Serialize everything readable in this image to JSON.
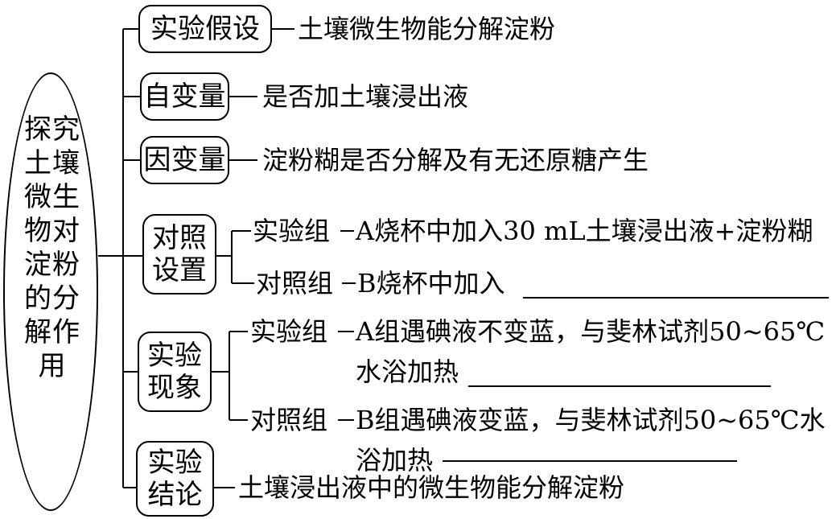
{
  "root": {
    "label": [
      "探究",
      "土壤",
      "微生",
      "物对",
      "淀粉",
      "的分",
      "解作",
      "用"
    ]
  },
  "nodes": {
    "hypothesis": {
      "label": "实验假设",
      "text": "土壤微生物能分解淀粉"
    },
    "independent": {
      "label": "自变量",
      "text": "是否加土壤浸出液"
    },
    "dependent": {
      "label": "因变量",
      "text": "淀粉糊是否分解及有无还原糖产生"
    },
    "control_setup": {
      "label": [
        "对照",
        "设置"
      ],
      "exp_label": "实验组",
      "exp_text": "A烧杯中加入30 mL土壤浸出液+淀粉糊",
      "ctrl_label": "对照组",
      "ctrl_text": "B烧杯中加入"
    },
    "phenomenon": {
      "label": [
        "实验",
        "现象"
      ],
      "exp_label": "实验组",
      "exp_text_1": "A组遇碘液不变蓝，与斐林试剂50~65℃",
      "exp_text_2": "水浴加热",
      "ctrl_label": "对照组",
      "ctrl_text_1": "B组遇碘液变蓝，与斐林试剂50~65℃水",
      "ctrl_text_2": "浴加热"
    },
    "conclusion": {
      "label": [
        "实验",
        "结论"
      ],
      "text": "土壤浸出液中的微生物能分解淀粉"
    }
  }
}
